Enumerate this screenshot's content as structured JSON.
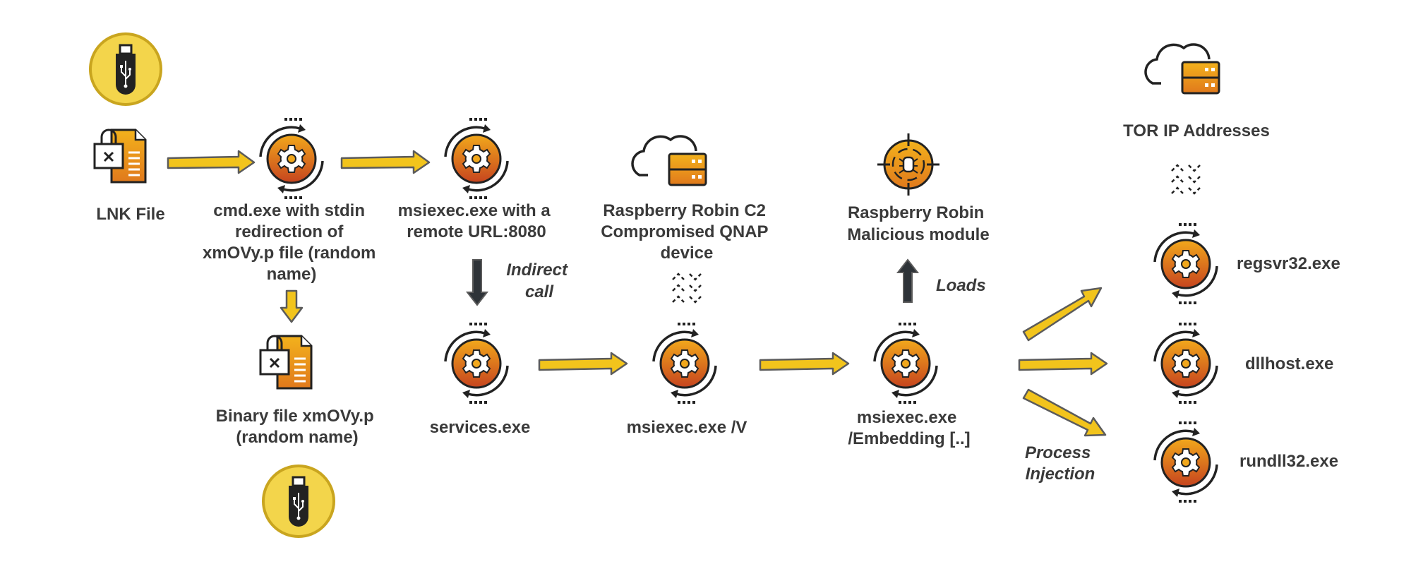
{
  "colors": {
    "arrow_fill": "#f2c41c",
    "arrow_stroke": "#5b5b5b",
    "dark_arrow": "#2e3338",
    "gear_top": "#f2a81c",
    "gear_bottom": "#c6441e",
    "usb_circle": "#f3d54b",
    "text": "#3a3a3a"
  },
  "nodes": {
    "lnk": {
      "icon": "lnk-file-icon",
      "lines": [
        "LNK File"
      ]
    },
    "cmd": {
      "icon": "process-gear-icon",
      "lines": [
        "cmd.exe with stdin",
        "redirection of",
        "xmOVy.p file (random",
        "name)"
      ]
    },
    "msiexec_url": {
      "icon": "process-gear-icon",
      "lines": [
        "msiexec.exe with a",
        "remote URL:8080"
      ]
    },
    "binary": {
      "icon": "binary-file-icon",
      "lines": [
        "Binary file xmOVy.p",
        "(random name)"
      ]
    },
    "services": {
      "icon": "process-gear-icon",
      "lines": [
        "services.exe"
      ]
    },
    "c2": {
      "icon": "cloud-server-icon",
      "lines": [
        "Raspberry Robin C2",
        "Compromised QNAP",
        "device"
      ]
    },
    "msiexec_v": {
      "icon": "process-gear-icon",
      "lines": [
        "msiexec.exe /V"
      ]
    },
    "module": {
      "icon": "bug-target-icon",
      "lines": [
        "Raspberry Robin",
        "Malicious module"
      ]
    },
    "embedding": {
      "icon": "process-gear-icon",
      "lines": [
        "msiexec.exe",
        "/Embedding [..]"
      ]
    },
    "tor": {
      "icon": "cloud-server-icon",
      "lines": [
        "TOR IP Addresses"
      ]
    },
    "regsvr": {
      "icon": "process-gear-icon",
      "lines": [
        "regsvr32.exe"
      ]
    },
    "dllhost": {
      "icon": "process-gear-icon",
      "lines": [
        "dllhost.exe"
      ]
    },
    "rundll": {
      "icon": "process-gear-icon",
      "lines": [
        "rundll32.exe"
      ]
    }
  },
  "edge_labels": {
    "indirect_call": [
      "Indirect",
      "call"
    ],
    "loads": [
      "Loads"
    ],
    "process_injection": [
      "Process",
      "Injection"
    ]
  },
  "icons": {
    "usb_top": "usb-drive-icon",
    "usb_bottom": "usb-drive-icon",
    "network_c2": "network-traffic-icon",
    "network_tor": "network-traffic-icon"
  }
}
